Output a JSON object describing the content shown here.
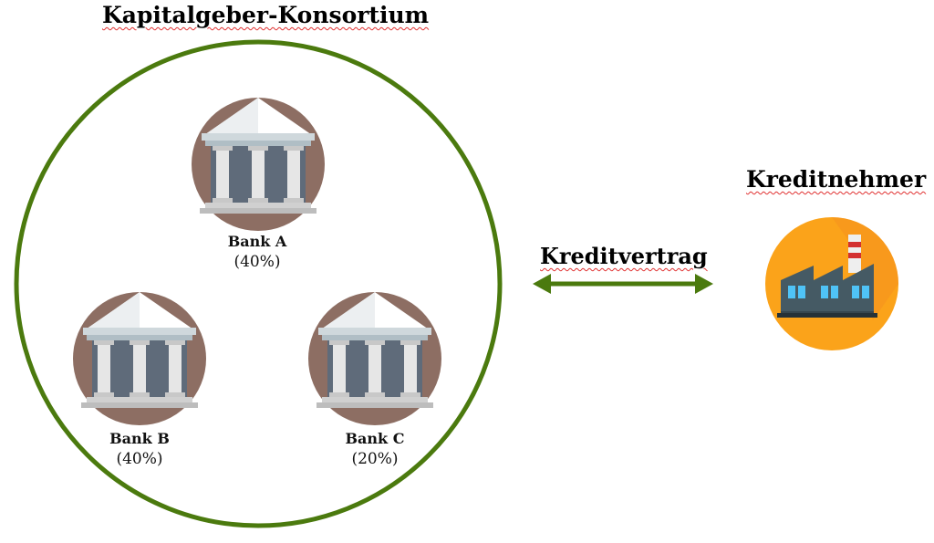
{
  "consortium": {
    "title": "Kapitalgeber-Konsortium",
    "border_color": "#4b7a0e",
    "banks": [
      {
        "name": "Bank A",
        "share": "(40%)"
      },
      {
        "name": "Bank B",
        "share": "(40%)"
      },
      {
        "name": "Bank C",
        "share": "(20%)"
      }
    ]
  },
  "contract": {
    "label": "Kreditvertrag",
    "arrow_color": "#4b7a0e"
  },
  "borrower": {
    "title": "Kreditnehmer",
    "icon": "factory-icon",
    "accent": "#fba31a"
  },
  "icons": {
    "bank": "bank-building-icon",
    "bank_circle_color": "#8d6e63"
  }
}
